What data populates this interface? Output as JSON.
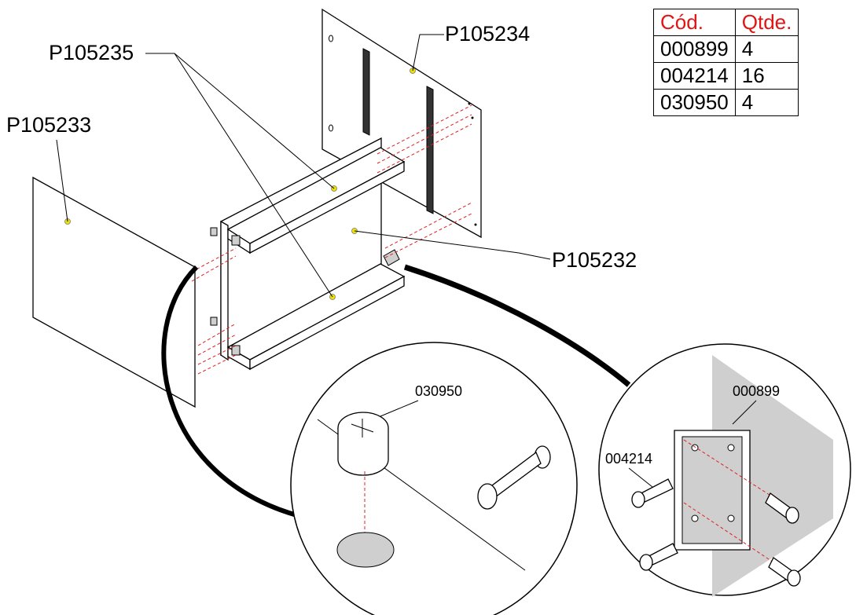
{
  "parts_table": {
    "headers": [
      "Cód.",
      "Qtde."
    ],
    "rows": [
      [
        "000899",
        "4"
      ],
      [
        "004214",
        "16"
      ],
      [
        "030950",
        "4"
      ]
    ],
    "header_color": "#e01515"
  },
  "labels": {
    "p105233": "P105233",
    "p105235": "P105235",
    "p105234": "P105234",
    "p105232": "P105232"
  },
  "detail_labels": {
    "cam_lock": "030950",
    "bracket": "000899",
    "screw": "004214"
  },
  "colors": {
    "dowel_line": "#e02020",
    "marker": "#f0e000",
    "detail_fill": "#cfcfcf"
  }
}
